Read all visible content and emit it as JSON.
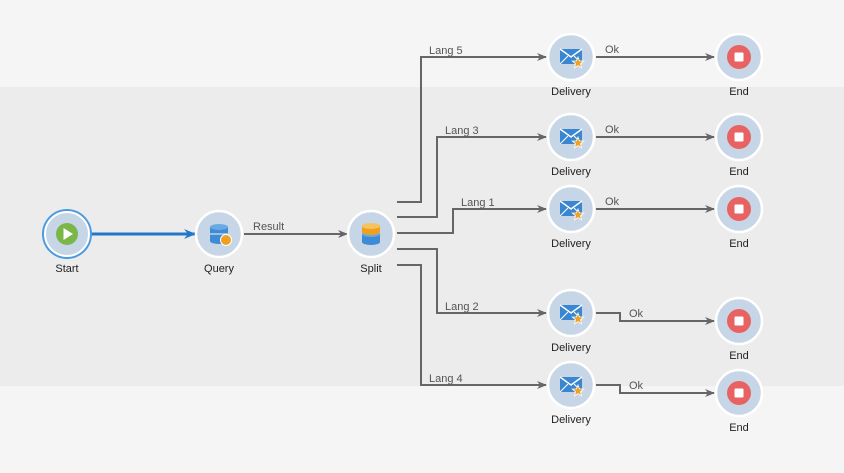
{
  "workflow": {
    "nodes": [
      {
        "id": "start",
        "type": "start",
        "label": "Start"
      },
      {
        "id": "query",
        "type": "query",
        "label": "Query"
      },
      {
        "id": "split",
        "type": "split",
        "label": "Split"
      },
      {
        "id": "delivery-lang5",
        "type": "delivery",
        "label": "Delivery"
      },
      {
        "id": "delivery-lang3",
        "type": "delivery",
        "label": "Delivery"
      },
      {
        "id": "delivery-lang1",
        "type": "delivery",
        "label": "Delivery"
      },
      {
        "id": "delivery-lang2",
        "type": "delivery",
        "label": "Delivery"
      },
      {
        "id": "delivery-lang4",
        "type": "delivery",
        "label": "Delivery"
      },
      {
        "id": "end-lang5",
        "type": "end",
        "label": "End"
      },
      {
        "id": "end-lang3",
        "type": "end",
        "label": "End"
      },
      {
        "id": "end-lang1",
        "type": "end",
        "label": "End"
      },
      {
        "id": "end-lang2",
        "type": "end",
        "label": "End"
      },
      {
        "id": "end-lang4",
        "type": "end",
        "label": "End"
      }
    ],
    "edges": [
      {
        "id": "start-query",
        "from": "start",
        "to": "query",
        "label": "",
        "selected": true
      },
      {
        "id": "query-split",
        "from": "query",
        "to": "split",
        "label": "Result"
      },
      {
        "id": "split-lang5",
        "from": "split",
        "to": "delivery-lang5",
        "label": "Lang 5"
      },
      {
        "id": "split-lang3",
        "from": "split",
        "to": "delivery-lang3",
        "label": "Lang 3"
      },
      {
        "id": "split-lang1",
        "from": "split",
        "to": "delivery-lang1",
        "label": "Lang 1"
      },
      {
        "id": "split-lang2",
        "from": "split",
        "to": "delivery-lang2",
        "label": "Lang 2"
      },
      {
        "id": "split-lang4",
        "from": "split",
        "to": "delivery-lang4",
        "label": "Lang 4"
      },
      {
        "id": "lang5-end",
        "from": "delivery-lang5",
        "to": "end-lang5",
        "label": "Ok"
      },
      {
        "id": "lang3-end",
        "from": "delivery-lang3",
        "to": "end-lang3",
        "label": "Ok"
      },
      {
        "id": "lang1-end",
        "from": "delivery-lang1",
        "to": "end-lang1",
        "label": "Ok"
      },
      {
        "id": "lang2-end",
        "from": "delivery-lang2",
        "to": "end-lang2",
        "label": "Ok"
      },
      {
        "id": "lang4-end",
        "from": "delivery-lang4",
        "to": "end-lang4",
        "label": "Ok"
      }
    ]
  },
  "colors": {
    "canvas_outer": "#f5f5f5",
    "canvas_band": "#ececec",
    "node_fill": "#c6d6e6",
    "node_ring": "#ffffff",
    "start_green": "#7ab648",
    "start_ring": "#4a9be0",
    "selected_edge": "#1f78c8",
    "edge": "#666666",
    "db_blue": "#3f8bd4",
    "db_orange": "#f0a020",
    "envelope_blue": "#3a86d0",
    "star": "#f0a020",
    "end_red": "#e86262"
  },
  "icons": {
    "start": "play-icon",
    "query": "database-icon",
    "split": "split-icon",
    "delivery": "email-delivery-icon",
    "end": "stop-icon"
  }
}
